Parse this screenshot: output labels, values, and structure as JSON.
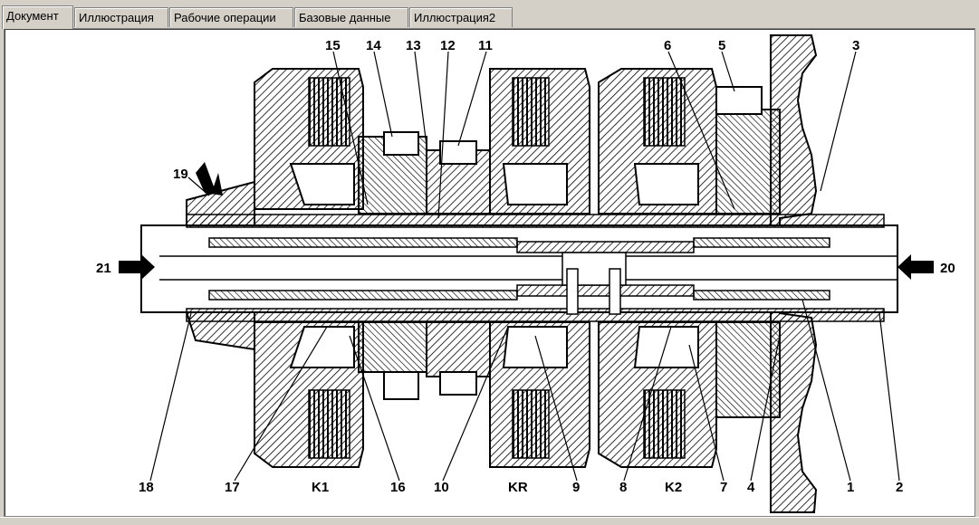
{
  "tabs": [
    {
      "label": "Документ",
      "active": true
    },
    {
      "label": "Иллюстрация",
      "active": false
    },
    {
      "label": "Рабочие операции",
      "active": false
    },
    {
      "label": "Базовые данные",
      "active": false
    },
    {
      "label": "Иллюстрация2",
      "active": false
    }
  ],
  "drawing": {
    "top_labels": [
      "15",
      "14",
      "13",
      "12",
      "11",
      "6",
      "5",
      "3"
    ],
    "side_labels": [
      "19",
      "21",
      "20"
    ],
    "bottom_labels": [
      "18",
      "17",
      "K1",
      "16",
      "10",
      "KR",
      "9",
      "8",
      "K2",
      "7",
      "4",
      "1",
      "2"
    ]
  }
}
